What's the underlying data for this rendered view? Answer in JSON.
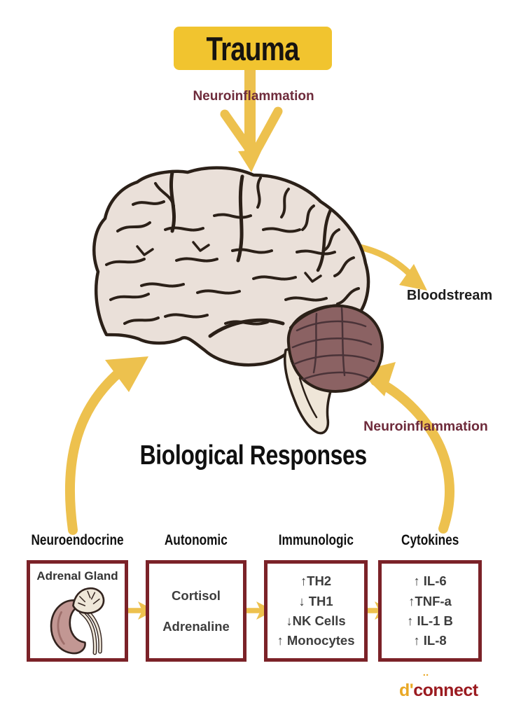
{
  "title": {
    "text": "Trauma"
  },
  "captions": {
    "neuroinflammation_top": "Neuroinflammation",
    "bloodstream": "Bloodstream",
    "neuroinflammation_right": "Neuroinflammation",
    "section_title": "Biological Responses"
  },
  "columns": [
    {
      "heading": "Neuroendocrine",
      "items": [
        "Adrenal Gland"
      ]
    },
    {
      "heading": "Autonomic",
      "items": [
        "Cortisol",
        "Adrenaline"
      ]
    },
    {
      "heading": "Immunologic",
      "items": [
        "↑TH2",
        "↓ TH1",
        "↓NK Cells",
        "↑ Monocytes"
      ]
    },
    {
      "heading": "Cytokines",
      "items": [
        "↑ IL-6",
        "↑TNF-a",
        "↑ IL-1 B",
        "↑ IL-8"
      ]
    }
  ],
  "logo": {
    "prefix": "d'",
    "c": "c",
    "o": "o",
    "o_accent": "¨",
    "rest": "nnect"
  },
  "colors": {
    "sign_yellow": "#F1C42F",
    "arrow_yellow": "#EDC14E",
    "maroon_text": "#6E2B3B",
    "box_border": "#7B2228",
    "brain_fill": "#EAE0D9",
    "cerebellum_fill": "#8B6263",
    "outline_dark": "#2B2018",
    "logo_yellow": "#E9A825",
    "logo_red": "#9B1B20"
  }
}
